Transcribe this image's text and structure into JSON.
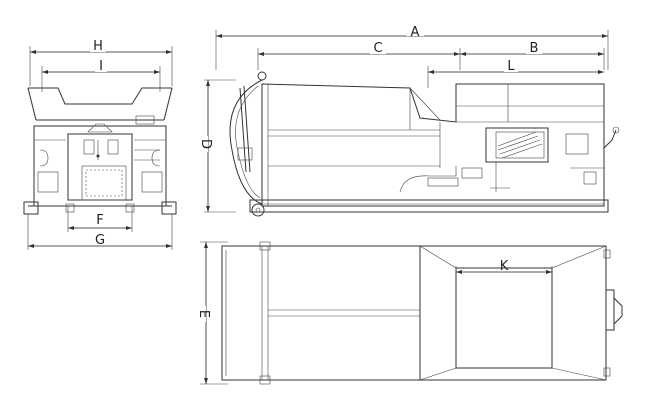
{
  "dimensions": {
    "A": "A",
    "B": "B",
    "C": "C",
    "D": "D",
    "E": "E",
    "F": "F",
    "G": "G",
    "H": "H",
    "I": "I",
    "K": "K",
    "L": "L"
  },
  "colors": {
    "line": "#333333",
    "background": "#ffffff"
  }
}
